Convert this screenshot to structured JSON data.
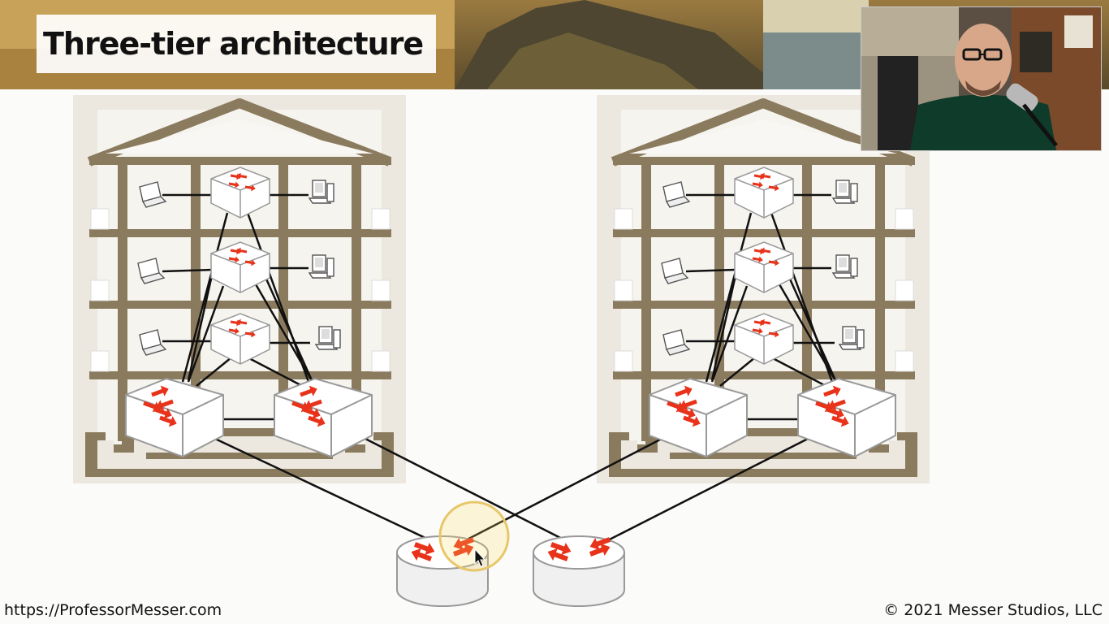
{
  "slide": {
    "title": "Three-tier architecture"
  },
  "footer": {
    "url": "https://ProfessorMesser.com",
    "copyright": "© 2021 Messer Studios, LLC"
  },
  "icons": {
    "building": "building-outline-icon",
    "switch": "switch-icon",
    "laptop": "laptop-icon",
    "desktop": "desktop-computer-icon",
    "router": "router-icon",
    "cursor": "mouse-pointer-icon"
  },
  "colors": {
    "arrow": "#e8321a",
    "building": "#8b7b5e",
    "link": "#111111"
  }
}
